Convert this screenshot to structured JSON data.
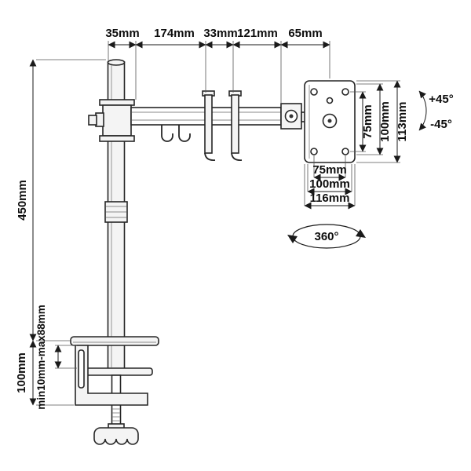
{
  "dimensions": {
    "top": {
      "pole_width": "35mm",
      "arm_front": "174mm",
      "joint": "33mm",
      "arm_rear": "121mm",
      "head_offset": "65mm"
    },
    "left": {
      "pole_height": "450mm",
      "clamp_section": "100mm",
      "desk_thickness": "min10mm-max88mm"
    },
    "vesa_vertical": {
      "hole_75": "75mm",
      "hole_100": "100mm",
      "plate_height": "113mm"
    },
    "vesa_horizontal": {
      "hole_75": "75mm",
      "hole_100": "100mm",
      "plate_width": "116mm"
    }
  },
  "rotation": {
    "tilt_up": "+45°",
    "tilt_down": "-45°",
    "swivel": "360°"
  }
}
